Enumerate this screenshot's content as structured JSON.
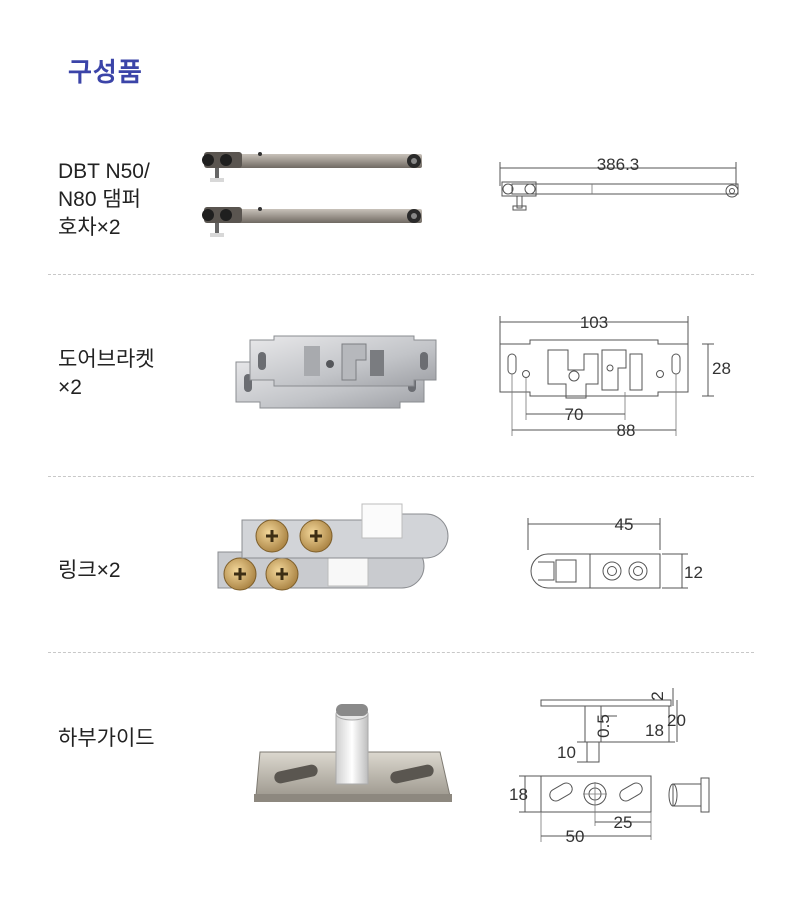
{
  "page": {
    "title": "구성품"
  },
  "items": [
    {
      "label": "DBT N50/\nN80 댐퍼\n호차×2",
      "dims": {
        "length": "386.3"
      }
    },
    {
      "label": "도어브라켓\n×2",
      "dims": {
        "width": "103",
        "height": "28",
        "hole_pitch": "70",
        "span": "88"
      }
    },
    {
      "label": "링크×2",
      "dims": {
        "length": "45",
        "height": "12"
      }
    },
    {
      "label": "하부가이드",
      "dims": {
        "top": "2",
        "pin": "0.5",
        "h1": "18",
        "h2": "20",
        "stem": "10",
        "base_h": "18",
        "base_w": "50",
        "center": "25"
      }
    }
  ]
}
